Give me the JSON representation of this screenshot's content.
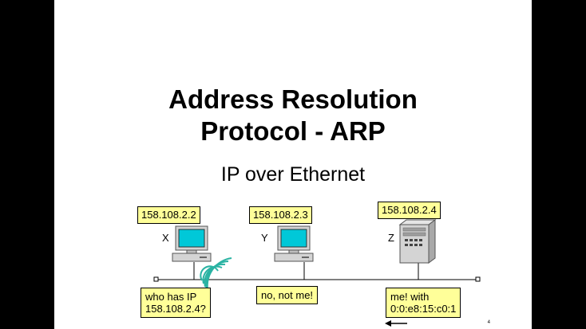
{
  "slide": {
    "title_line_1": "Address Resolution",
    "title_line_2": "Protocol - ARP",
    "subtitle": "IP over Ethernet",
    "slide_number": "4"
  },
  "hosts": [
    {
      "label": "X",
      "ip": "158.108.2.2",
      "device": "computer-icon"
    },
    {
      "label": "Y",
      "ip": "158.108.2.3",
      "device": "computer-icon"
    },
    {
      "label": "Z",
      "ip": "158.108.2.4",
      "device": "server-icon"
    }
  ],
  "messages": {
    "request_line_1": "who has IP",
    "request_line_2": "158.108.2.4?",
    "reply_y": "no, not me!",
    "reply_z_line_1": "me! with",
    "reply_z_line_2": "0:0:e8:15:c0:1"
  },
  "colors": {
    "callout_fill": "#ffff99",
    "screen": "#00c8d8",
    "signal_waves": "#2ab3a3",
    "device_body": "#d4d4d4"
  }
}
